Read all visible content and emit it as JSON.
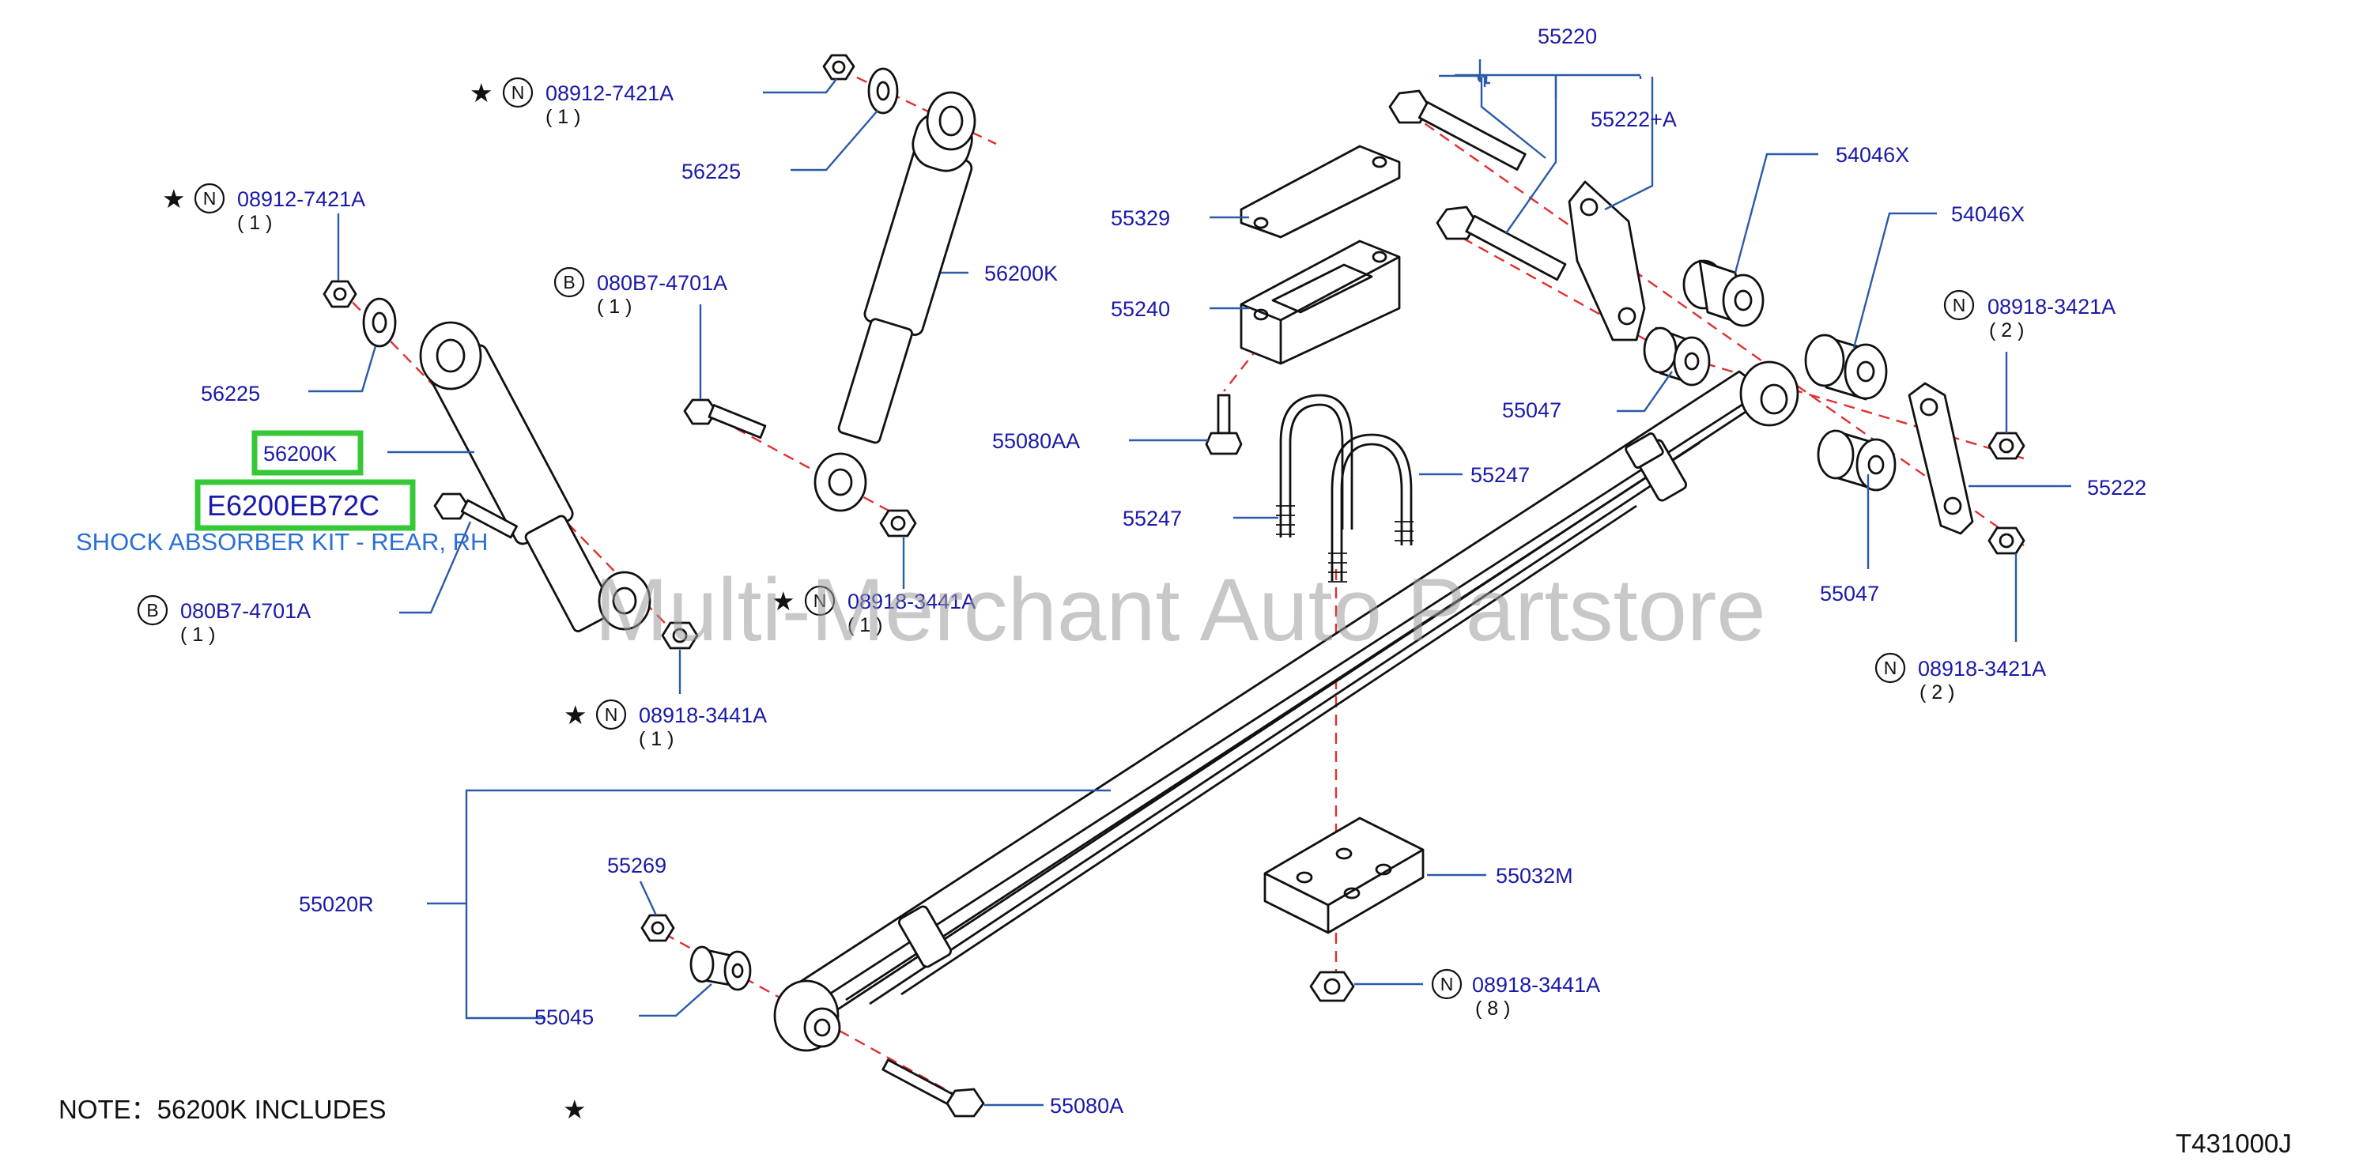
{
  "parts": {
    "p_55220": "55220",
    "p_55222a": "55222+A",
    "p_54046x_1": "54046X",
    "p_54046x_2": "54046X",
    "p_55329": "55329",
    "p_55240": "55240",
    "p_55080aa": "55080AA",
    "p_55247_r": "55247",
    "p_55247_l": "55247",
    "p_55047_1": "55047",
    "p_55047_2": "55047",
    "p_55222": "55222",
    "p_08918_3421a_1": "08918-3421A",
    "p_08918_3421a_2": "08918-3421A",
    "p_08912_7421a_1": "08912-7421A",
    "p_08912_7421a_2": "08912-7421A",
    "p_56225_1": "56225",
    "p_56225_2": "56225",
    "p_56200k_r": "56200K",
    "p_080b7_1": "080B7-4701A",
    "p_080b7_2": "080B7-4701A",
    "p_08918_3441a_1": "08918-3441A",
    "p_08918_3441a_2": "08918-3441A",
    "p_08918_3441a_3": "08918-3441A",
    "p_55020r": "55020R",
    "p_55269": "55269",
    "p_55045": "55045",
    "p_55032m": "55032M",
    "p_55080a": "55080A"
  },
  "qty": {
    "q1": "( 1 )",
    "q2": "( 1 )",
    "q3": "( 1 )",
    "q4": "( 1 )",
    "q5": "( 1 )",
    "q6": "( 1 )",
    "q2a": "( 2 )",
    "q2b": "( 2 )",
    "q8": "( 8 )"
  },
  "symbols": {
    "n": "N",
    "b": "B",
    "star": "★"
  },
  "highlight": {
    "part_number": "56200K",
    "kit_code": "E6200EB72C",
    "kit_description": "SHOCK ABSORBER KIT - REAR, RH",
    "box_color": "#37c837"
  },
  "note": {
    "text": "NOTE：56200K   INCLUDES",
    "star": "★"
  },
  "diagram_id": "T431000J",
  "watermark": "Multi-Merchant Auto Partstore",
  "colors": {
    "label": "#1a1aa8",
    "leader": "#2a5aa8",
    "axis": "#e03030",
    "highlight": "#37c837"
  }
}
